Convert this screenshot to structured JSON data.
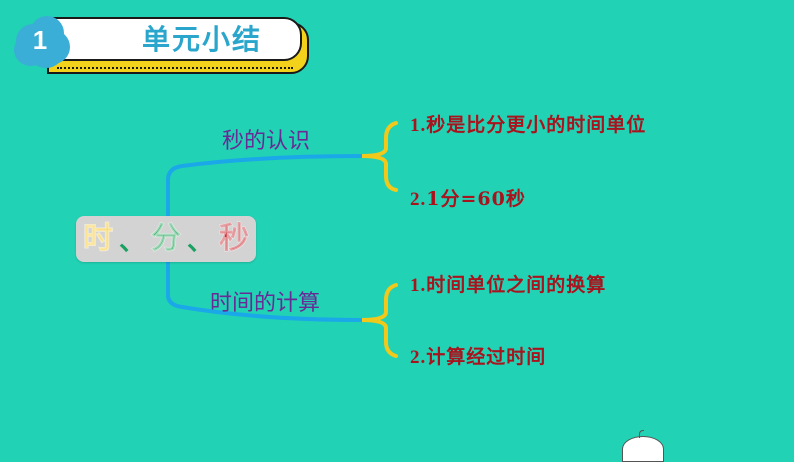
{
  "header": {
    "badge_number": "1",
    "title": "单元小结"
  },
  "mindmap": {
    "root": {
      "chars": [
        {
          "text": "时",
          "color": "#f5c21a"
        },
        {
          "text": "分",
          "color": "#1aa050"
        },
        {
          "text": "秒",
          "color": "#c0141c"
        }
      ],
      "separator": "、"
    },
    "branches": [
      {
        "label": "秒的认识",
        "items": [
          {
            "num": "1.",
            "text": "秒是比分更小的时间单位"
          },
          {
            "num": "2.",
            "text": "1分=60秒"
          }
        ]
      },
      {
        "label": "时间的计算",
        "items": [
          {
            "num": "1.",
            "text": "时间单位之间的换算"
          },
          {
            "num": "2.",
            "text": "计算经过时间"
          }
        ]
      }
    ]
  },
  "colors": {
    "background": "#22d2b4",
    "connector": "#1aa8e8",
    "brace": "#f2c81a",
    "branch_text": "#6a2a96",
    "leaf_text": "#a8141e",
    "title_text": "#2aa6cc"
  }
}
